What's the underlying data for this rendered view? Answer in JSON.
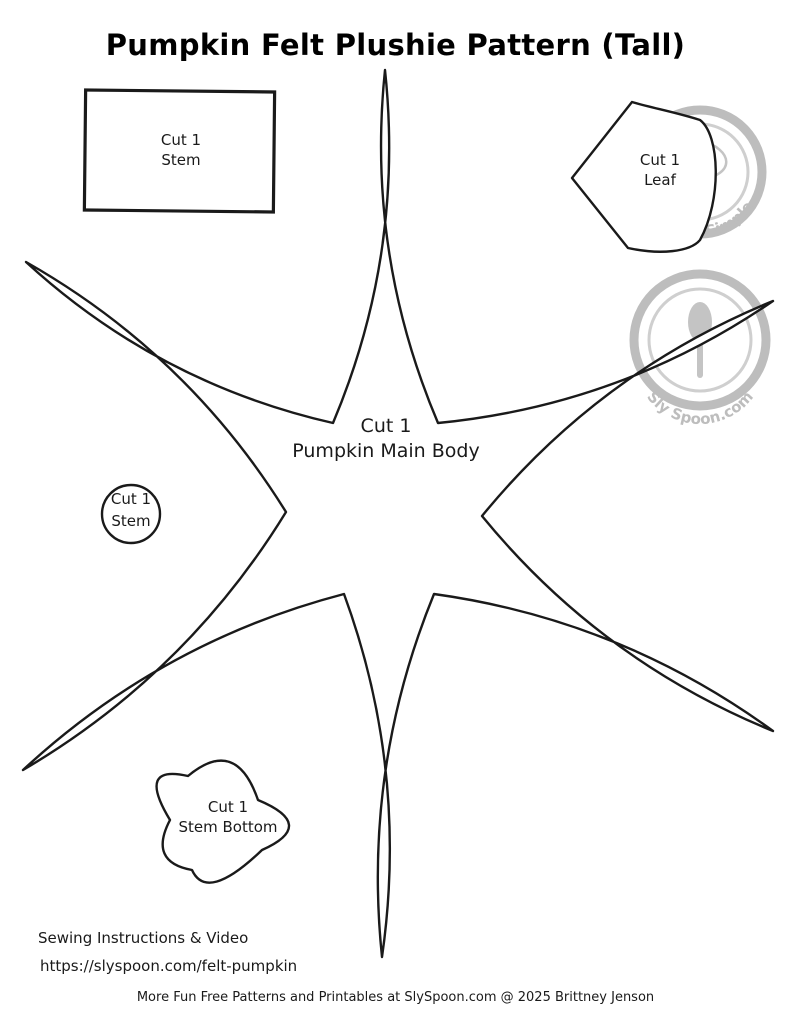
{
  "title": "Pumpkin Felt Plushie Pattern (Tall)",
  "pieces": {
    "stem_rect": {
      "line1": "Cut 1",
      "line2": "Stem"
    },
    "leaf": {
      "line1": "Cut 1",
      "line2": "Leaf"
    },
    "main_body": {
      "line1": "Cut 1",
      "line2": "Pumpkin Main Body"
    },
    "stem_circle": {
      "line1": "Cut 1",
      "line2": "Stem"
    },
    "stem_bottom": {
      "line1": "Cut 1",
      "line2": "Stem Bottom"
    }
  },
  "watermarks": {
    "top": {
      "text": "Sly Sew Simple",
      "icon": "needle-and-thread-icon"
    },
    "bottom": {
      "text": "Sly Spoon.com",
      "icon": "spoon-icon"
    }
  },
  "instructions": {
    "line1": "Sewing Instructions & Video",
    "line2": "https://slyspoon.com/felt-pumpkin"
  },
  "footer": "More Fun Free Patterns and Printables at SlySpoon.com @ 2025 Brittney Jenson",
  "colors": {
    "ink": "#1a1a1a",
    "watermark": "#bdbdbd",
    "background": "#ffffff"
  }
}
